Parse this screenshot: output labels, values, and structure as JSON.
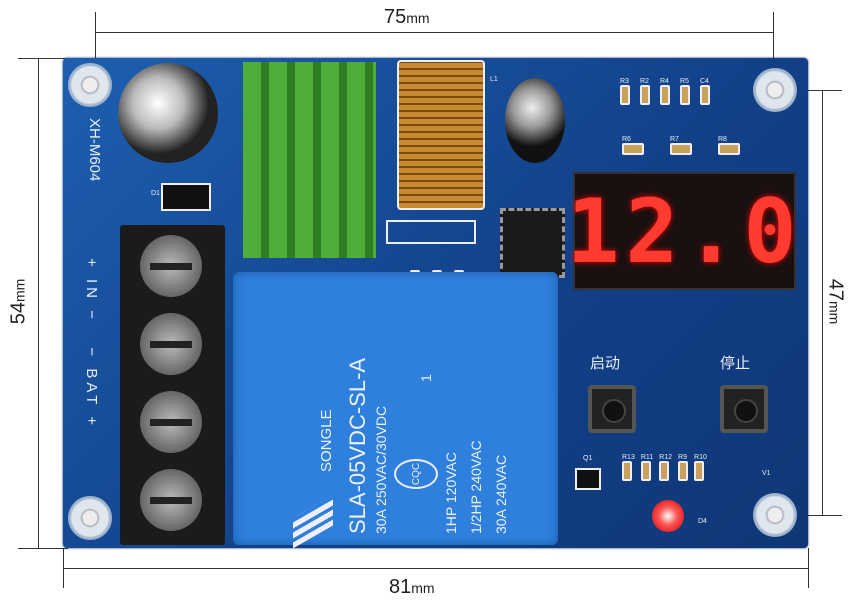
{
  "dimensions": {
    "top_width": "75",
    "bottom_width": "81",
    "left_height": "54",
    "right_height": "47",
    "unit": "mm"
  },
  "board": {
    "model": "XH-M604",
    "terminal_labels": {
      "in_plus": "+",
      "in": "IN",
      "in_minus": "−",
      "bat_minus": "−",
      "bat": "BAT",
      "bat_plus": "+"
    },
    "display_value": "12.0",
    "start_button_label": "启动",
    "stop_button_label": "停止",
    "component_labels": {
      "r3": "R3",
      "r2": "R2",
      "r4": "R4",
      "r5": "R5",
      "c4": "C4",
      "r6": "R6",
      "r7": "R7",
      "r8": "R8",
      "l1": "L1",
      "q1": "Q1",
      "d4": "D4",
      "v1": "V1",
      "r13": "R13",
      "r11": "R11",
      "r12": "R12",
      "r9": "R9",
      "r10": "R10",
      "d1": "D1"
    },
    "relay": {
      "brand": "SONGLE",
      "model": "SLA-05VDC-SL-A",
      "rating1": "30A 250VAC/30VDC",
      "rating2": "1HP 120VAC",
      "rating3": "1/2HP 240VAC",
      "rating4": "30A 240VAC",
      "cert": "CQC",
      "pin": "1"
    }
  }
}
